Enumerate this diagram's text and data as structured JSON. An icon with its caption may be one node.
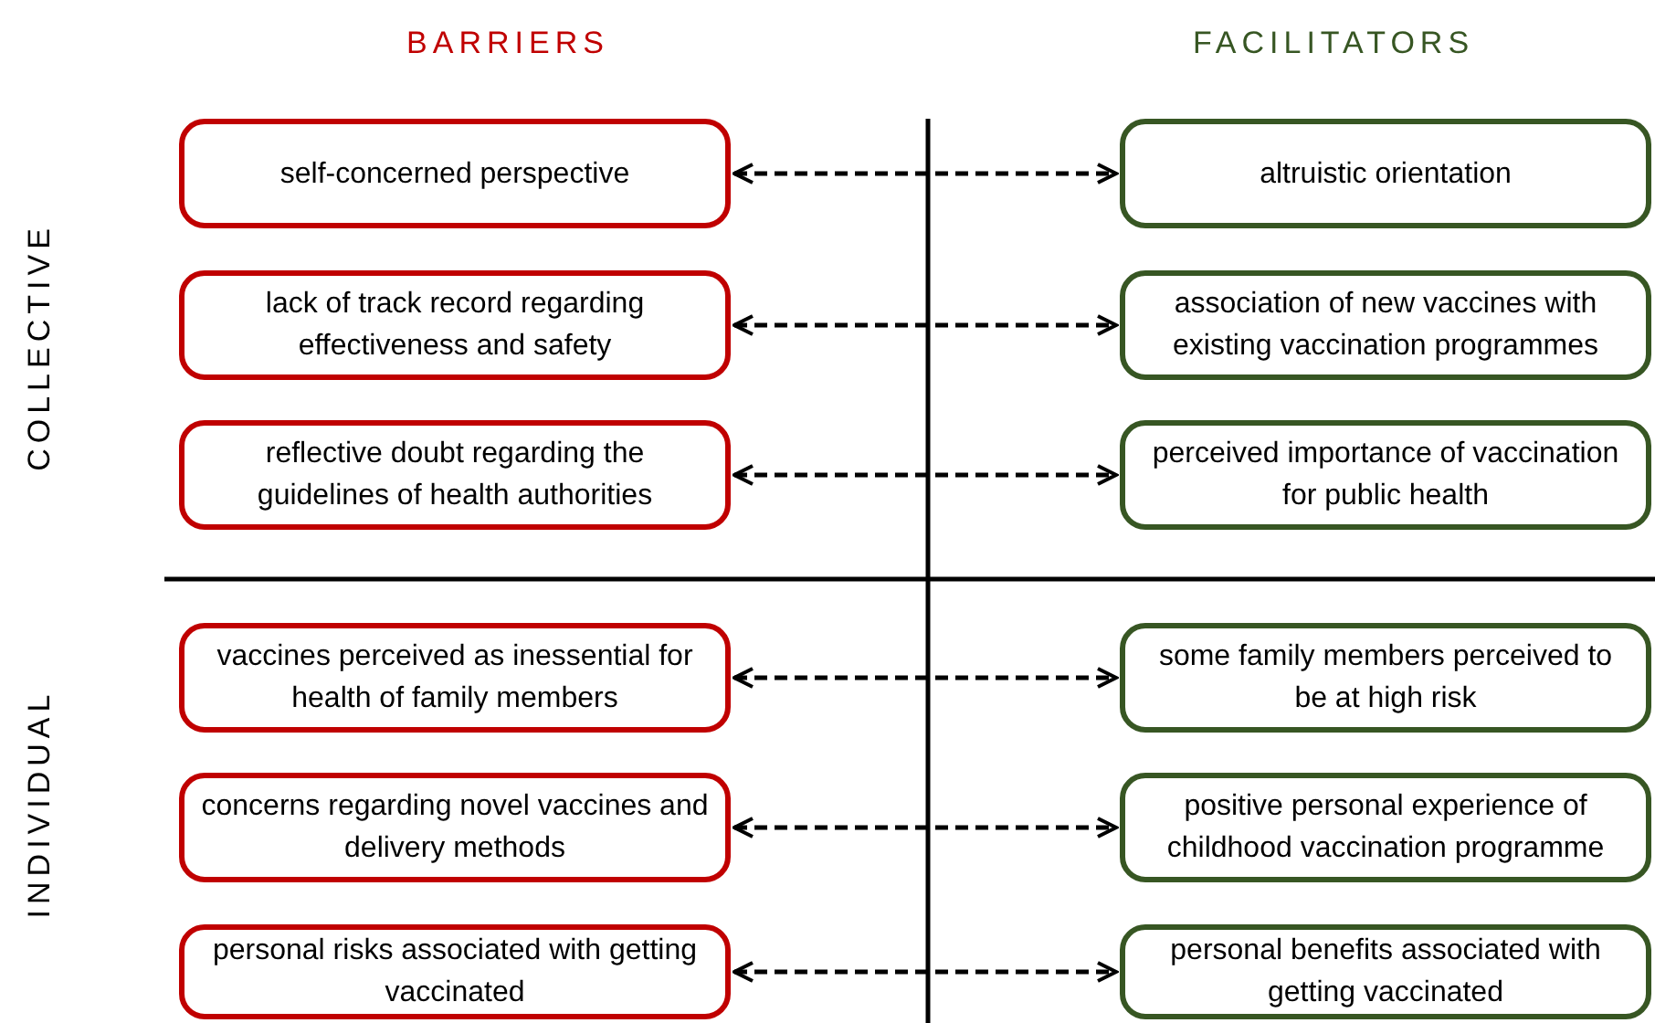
{
  "diagram": {
    "nodes": [
      {
        "text": [
          "self-concerned perspective"
        ]
      },
      {
        "text": [
          "altruistic orientation"
        ]
      },
      {
        "text": [
          "lack of track record regarding effectiveness and safety"
        ]
      },
      {
        "text": [
          "association of new vaccines with existing vaccination programmes"
        ]
      },
      {
        "text": [
          "reflective doubt regarding the guidelines of health authorities"
        ]
      },
      {
        "text": [
          "perceived importance of vaccination for public health"
        ]
      },
      {
        "text": [
          "vaccines perceived as inessential for health of family members"
        ]
      },
      {
        "text": [
          "some family members perceived to be at high risk"
        ]
      },
      {
        "text": [
          "concerns regarding novel vaccines and delivery methods"
        ]
      },
      {
        "text": [
          "positive personal experience of childhood vaccination programme"
        ]
      },
      {
        "text": [
          "personal risks associated with getting vaccinated"
        ]
      },
      {
        "text": [
          "personal benefits associated with getting vaccinated"
        ]
      }
    ],
    "edges": [
      {
        "from": 0,
        "to": 1,
        "arrow": "both",
        "style": "dashed"
      },
      {
        "from": 2,
        "to": 3,
        "arrow": "both",
        "style": "dashed"
      },
      {
        "from": 4,
        "to": 5,
        "arrow": "both",
        "style": "dashed"
      },
      {
        "from": 6,
        "to": 7,
        "arrow": "both",
        "style": "dashed"
      },
      {
        "from": 8,
        "to": 9,
        "arrow": "both",
        "style": "dashed"
      },
      {
        "from": 10,
        "to": 11,
        "arrow": "both",
        "style": "dashed"
      }
    ],
    "labels": [
      "BARRIERS",
      "FACILITATORS",
      "COLLECTIVE",
      "INDIVIDUAL"
    ]
  }
}
